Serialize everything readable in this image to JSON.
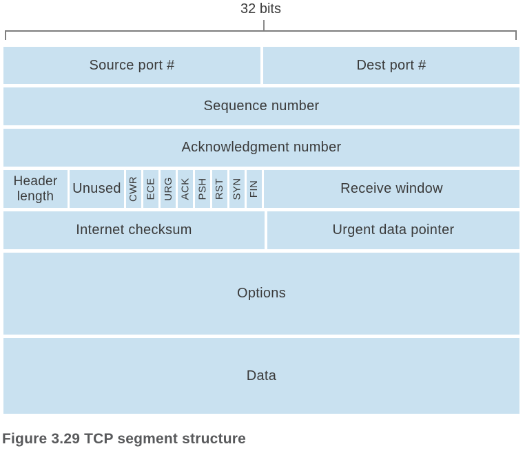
{
  "figure": {
    "bits_label": "32 bits",
    "caption": "Figure 3.29 TCP segment structure"
  },
  "fields": {
    "source_port": "Source port #",
    "dest_port": "Dest port #",
    "sequence_number": "Sequence number",
    "acknowledgment_number": "Acknowledgment number",
    "header_length": "Header length",
    "unused": "Unused",
    "receive_window": "Receive window",
    "internet_checksum": "Internet checksum",
    "urgent_data_pointer": "Urgent data pointer",
    "options": "Options",
    "data": "Data"
  },
  "flags": [
    "CWR",
    "ECE",
    "URG",
    "ACK",
    "PSH",
    "RST",
    "SYN",
    "FIN"
  ],
  "colors": {
    "cell_fill": "#c9e1f0",
    "label_text": "#3a3a3a",
    "caption_text": "#58595b",
    "bracket_line": "#7d7d7d"
  }
}
